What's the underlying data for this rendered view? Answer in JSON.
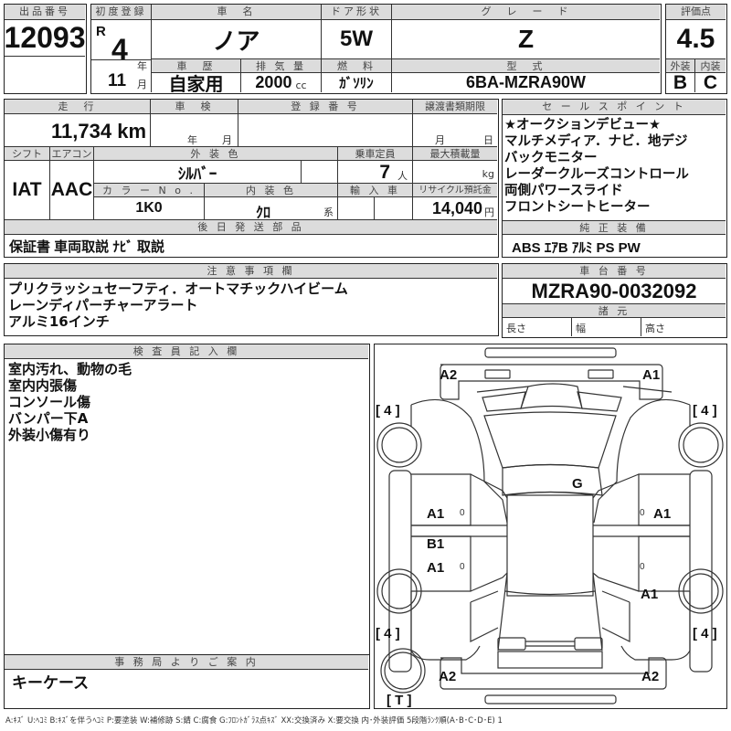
{
  "lot": {
    "label": "出品番号",
    "value": "12093"
  },
  "first_registration": {
    "label": "初度登録",
    "era": "R",
    "year": "4",
    "year_unit": "年",
    "month": "11",
    "month_unit": "月"
  },
  "car_name": {
    "label": "車　名",
    "value": "ノア"
  },
  "door": {
    "label": "ドア形状",
    "value": "5W"
  },
  "grade": {
    "label": "グ　レ　ー　ド",
    "value": "Z"
  },
  "score": {
    "label": "評価点",
    "value": "4.5",
    "exterior_label": "外装",
    "exterior": "B",
    "interior_label": "内装",
    "interior": "C"
  },
  "history": {
    "label": "車　歴",
    "value": "自家用"
  },
  "displacement": {
    "label": "排 気 量",
    "value": "2000",
    "unit": "cc"
  },
  "fuel": {
    "label": "燃　料",
    "value": "ｶﾞｿﾘﾝ"
  },
  "model_type": {
    "label": "型　式",
    "value": "6BA-MZRA90W"
  },
  "mileage": {
    "label": "走　行",
    "value": "11,734",
    "unit": "km"
  },
  "inspection": {
    "label": "車　検",
    "year_unit": "年",
    "month_unit": "月"
  },
  "reg_number": {
    "label": "登 録 番 号",
    "value": ""
  },
  "transfer_deadline": {
    "label": "譲渡書類期限",
    "month_unit": "月",
    "day_unit": "日"
  },
  "shift": {
    "label": "シフト",
    "value": "IAT"
  },
  "aircon": {
    "label": "エアコン",
    "value": "AAC"
  },
  "exterior_color": {
    "label": "外 装 色",
    "value": "ｼﾙﾊﾞｰ"
  },
  "capacity": {
    "label": "乗車定員",
    "value": "7",
    "unit": "人"
  },
  "max_load": {
    "label": "最大積載量",
    "unit": "kg"
  },
  "color_no": {
    "label": "カ ラ ー N o .",
    "value": "1K0"
  },
  "interior_color": {
    "label": "内 装 色",
    "value": "ｸﾛ",
    "suffix": "系"
  },
  "import": {
    "label": "輸 入 車"
  },
  "recycle": {
    "label": "リサイクル預託金",
    "value": "14,040",
    "unit": "円"
  },
  "later_parts": {
    "label": "後 日 発 送 部 品",
    "value": "保証書 車両取説 ﾅﾋﾞ 取説"
  },
  "sales_points": {
    "label": "セ ー ル ス ポ イ ン ト",
    "lines": [
      "★オークションデビュー★",
      "マルチメディア．ナビ．地デジ",
      "バックモニター",
      "レーダークルーズコントロール",
      "両側パワースライド",
      "フロントシートヒーター"
    ]
  },
  "equipment": {
    "label": "純 正 装 備",
    "value": "ABS ｴｱB ｱﾙﾐ PS PW"
  },
  "notes": {
    "label": "注 意 事 項 欄",
    "lines": [
      "プリクラッシュセーフティ．オートマチックハイビーム",
      "レーンディパーチャーアラート",
      "アルミ16インチ"
    ]
  },
  "chassis": {
    "label": "車 台 番 号",
    "value": "MZRA90-0032092"
  },
  "specs": {
    "label": "諸 元",
    "length": "長さ",
    "width": "幅",
    "height": "高さ"
  },
  "inspector": {
    "label": "検 査 員 記 入 欄",
    "lines": [
      "室内汚れ、動物の毛",
      "室内内張傷",
      "コンソール傷",
      "バンパー下A",
      "外装小傷有り"
    ]
  },
  "office": {
    "label": "事 務 局 よ り ご 案 内",
    "value": "キーケース"
  },
  "diagram": {
    "marks": {
      "front_left": "A2",
      "front_right": "A1",
      "windshield": "G",
      "left_front_door": "A1",
      "left_rear_door_b": "B1",
      "left_rear_door_a": "A1",
      "right_front_door": "A1",
      "right_rear_quarter": "A1",
      "rear_left": "A2",
      "rear_right": "A2",
      "zero": "0"
    },
    "tires": {
      "fl": "[ 4 ]",
      "fr": "[ 4 ]",
      "rl": "[ 4 ]",
      "rr": "[ 4 ]",
      "spare": "[ T ]"
    }
  },
  "legend": "A:ｷｽﾞ  U:ﾍｺﾐ  B:ｷｽﾞを伴うﾍｺﾐ  P:要塗装  W:補修跡  S:錆  C:腐食  G:ﾌﾛﾝﾄｶﾞﾗｽ点ｷｽﾞ  XX:交換済み  X:要交換   内･外装評価  5段階ﾗﾝｸ順(A･B･C･D･E) 1"
}
